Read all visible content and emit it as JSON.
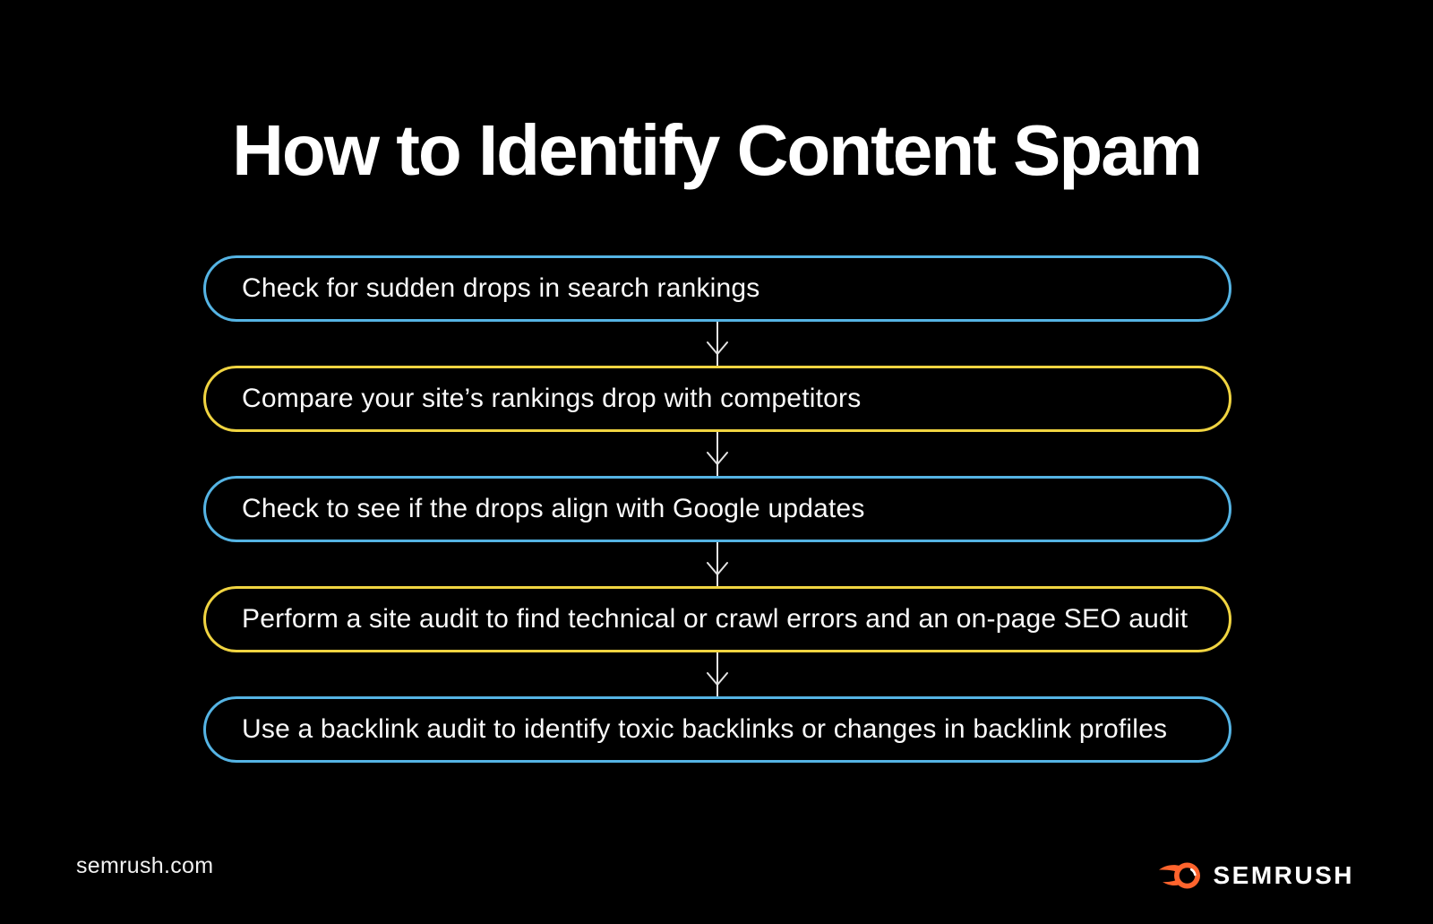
{
  "title": "How to Identify Content Spam",
  "flow": {
    "steps": [
      {
        "label": "Check for sudden drops in search rankings",
        "accent": "blue"
      },
      {
        "label": "Compare your site’s rankings drop with competitors",
        "accent": "yellow"
      },
      {
        "label": "Check to see if the drops align with Google updates",
        "accent": "blue"
      },
      {
        "label": "Perform a site audit to find technical or crawl errors and an on-page SEO audit",
        "accent": "yellow"
      },
      {
        "label": "Use a backlink audit to identify toxic backlinks or changes in backlink profiles",
        "accent": "blue"
      }
    ]
  },
  "footer": {
    "website": "semrush.com",
    "brand": "SEMRUSH"
  },
  "icons": {
    "arrow": "down-arrow-icon",
    "logo": "semrush-flame-icon"
  },
  "colors": {
    "background": "#000000",
    "step_border_blue": "#55B4E4",
    "step_border_yellow": "#F0D441",
    "step_text": "#FAFAFA",
    "title_text": "#FFFFFF",
    "arrow": "#E3E3E3",
    "logo_orange": "#FF642D",
    "brand_text": "#FFFFFF"
  }
}
